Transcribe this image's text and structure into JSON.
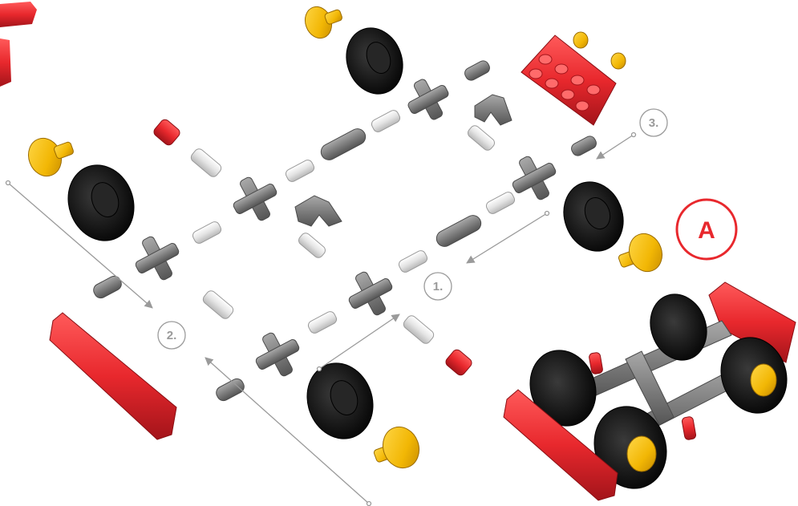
{
  "badge": {
    "label": "A",
    "color": "#e8282d"
  },
  "steps": [
    {
      "label": "1."
    },
    {
      "label": "2."
    },
    {
      "label": "3."
    }
  ],
  "colors": {
    "red": "#e8282d",
    "yellow": "#f2b705",
    "gray": "#7d7d7d",
    "black": "#151515",
    "silver": "#e6e6e6",
    "arrow": "#9a9a9a"
  }
}
